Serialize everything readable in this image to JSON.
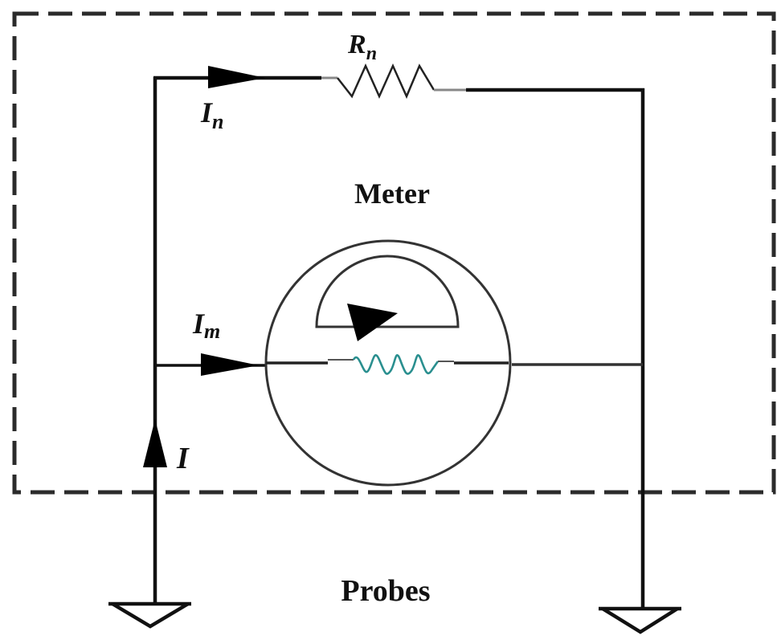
{
  "diagram": {
    "type": "circuit-schematic",
    "description": "Ammeter with shunt resistor: meter movement in parallel with shunt Rn, enclosed in dashed box, connected to two probes (ground symbols)",
    "labels": {
      "shunt_resistor": "R",
      "shunt_resistor_sub": "n",
      "shunt_current": "I",
      "shunt_current_sub": "n",
      "meter_current": "I",
      "meter_current_sub": "m",
      "total_current": "I",
      "meter_title": "Meter",
      "probes_title": "Probes"
    },
    "components": [
      {
        "id": "shunt-resistor",
        "kind": "resistor",
        "label": "Rn"
      },
      {
        "id": "meter",
        "kind": "galvanometer",
        "label": "Meter"
      },
      {
        "id": "meter-coil",
        "kind": "resistor",
        "label": ""
      },
      {
        "id": "probe-left",
        "kind": "ground-probe",
        "label": "Probes"
      },
      {
        "id": "probe-right",
        "kind": "ground-probe",
        "label": "Probes"
      }
    ],
    "currents": [
      {
        "label": "I",
        "direction": "up",
        "branch": "input"
      },
      {
        "label": "In",
        "direction": "right",
        "branch": "shunt"
      },
      {
        "label": "Im",
        "direction": "right",
        "branch": "meter"
      }
    ],
    "colors": {
      "wire": "#111111",
      "meter_outline": "#333333",
      "coil": "#2a8f8f",
      "dashed_box": "#2b2b2b",
      "background": "#ffffff"
    }
  }
}
